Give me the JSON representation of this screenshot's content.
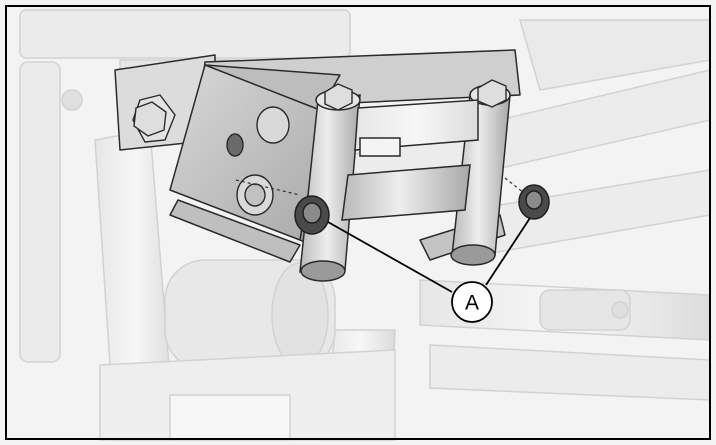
{
  "figure": {
    "callouts": [
      {
        "label": "A"
      }
    ],
    "colors": {
      "frame": "#000000",
      "background": "#f2f2f2",
      "ghost_parts": "#e4e4e4",
      "bracket": "#c9c9c9",
      "roller": "#d6d6d6",
      "nut": "#5a5a5a",
      "leader_line": "#000000"
    },
    "icons": [
      "winch-roller-fairlead",
      "mounting-bracket",
      "flange-nut",
      "bolt"
    ]
  }
}
